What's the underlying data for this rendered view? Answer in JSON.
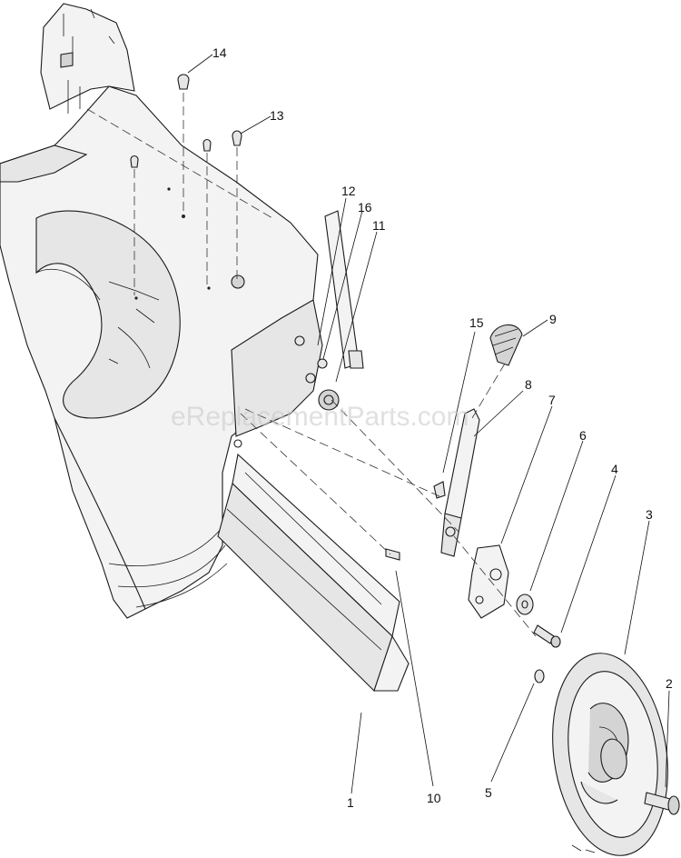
{
  "watermark": "eReplacementParts.com",
  "callouts": [
    "14",
    "13",
    "12",
    "16",
    "11",
    "15",
    "9",
    "8",
    "7",
    "6",
    "4",
    "3",
    "2",
    "5",
    "10",
    "1"
  ]
}
